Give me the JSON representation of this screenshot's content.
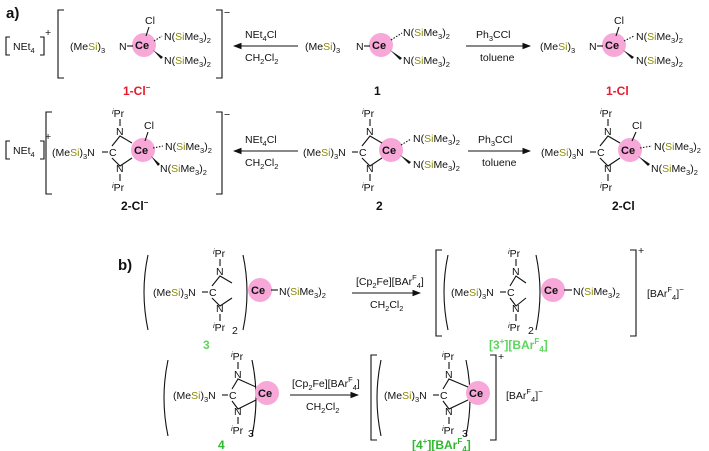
{
  "colors": {
    "ce_highlight": "#f7a8d8",
    "silicon": "#8a8a00",
    "label_red": "#e8192c",
    "label_green": "#2fb82f",
    "label_lightgreen": "#5ed65e"
  },
  "section_a": "a)",
  "section_b": "b)",
  "atoms": {
    "ce": "Ce",
    "cl": "Cl",
    "n": "N",
    "ipr": "Pr",
    "ipr_sup": "i",
    "me3": "(Me",
    "si": "Si",
    "me3_close": ")",
    "sub3": "3",
    "sub2": "2",
    "nsi_open": "N(",
    "si_me": "Me",
    "close2": ")",
    "net4": "NEt",
    "sub4": "4",
    "plus": "+",
    "minus": "−"
  },
  "labels": {
    "cmpd_1": "1",
    "cmpd_1cl": "1-Cl",
    "cmpd_1clminus": "1-Cl",
    "cmpd_2": "2",
    "cmpd_2cl": "2-Cl",
    "cmpd_2clminus": "2-Cl",
    "cmpd_3": "3",
    "cmpd_4": "4",
    "cmpd_3bar": "[3",
    "cmpd_3bar_rest": "][BAr",
    "cmpd_4bar": "[4",
    "cmpd_4bar_rest": "][BAr",
    "sup_f": "F",
    "sub_4": "4",
    "plus": "+",
    "close": "]"
  },
  "reagents": {
    "net4cl": "NEt",
    "net4cl_sub": "4",
    "net4cl_tail": "Cl",
    "ch2cl2": "CH",
    "ch2cl2_sub": "2",
    "ch2cl2_tail": "Cl",
    "ch2cl2_sub2": "2",
    "ph3ccl": "Ph",
    "ph3ccl_sub": "3",
    "ph3ccl_tail": "CCl",
    "toluene": "toluene",
    "oxidant": "[Cp",
    "oxidant_sub": "2",
    "oxidant_mid": "Fe][BAr",
    "oxidant_sup": "F",
    "oxidant_sub4": "4",
    "oxidant_close": "]"
  },
  "anion": {
    "text": "[BAr",
    "sup": "F",
    "sub": "4",
    "close": "]",
    "charge": "−"
  }
}
